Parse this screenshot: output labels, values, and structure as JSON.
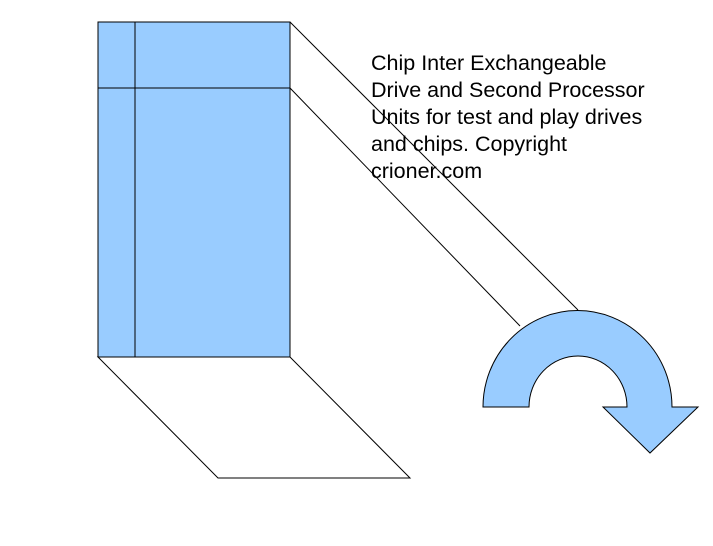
{
  "caption": {
    "lines": [
      "Chip Inter Exchangeable",
      "Drive and Second Processor",
      "Units for test and play drives",
      "and chips. Copyright",
      "crioner.com"
    ]
  },
  "colors": {
    "fill": "#99ccff",
    "stroke": "#000000",
    "background": "#ffffff"
  },
  "icons": {
    "arrow": "curved-arrow-icon"
  }
}
